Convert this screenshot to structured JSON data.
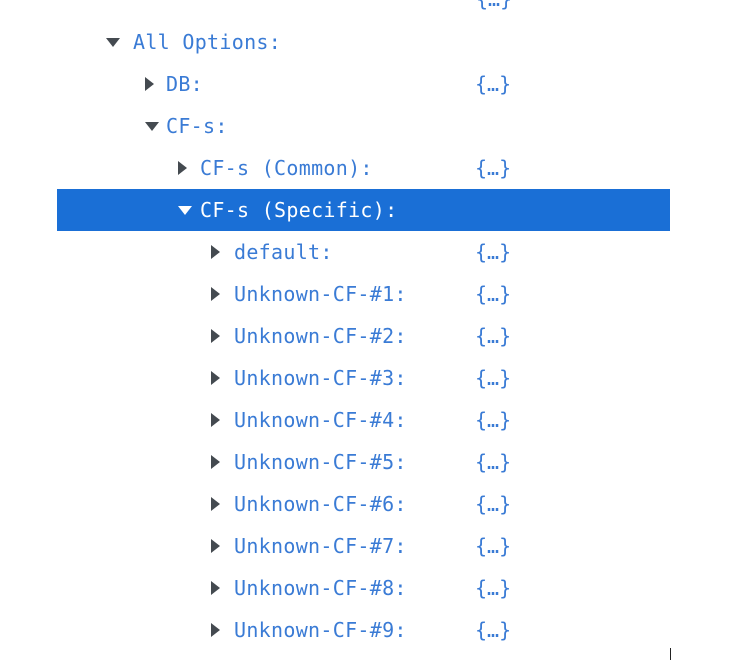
{
  "top_fragment": "{…}",
  "rows": [
    {
      "label": "All Options:",
      "value": "",
      "expanded": true,
      "selected": false,
      "level": 0,
      "icon": "caret-down-icon"
    },
    {
      "label": "DB:",
      "value": "{…}",
      "expanded": false,
      "selected": false,
      "level": 1,
      "icon": "caret-right-icon"
    },
    {
      "label": "CF-s:",
      "value": "",
      "expanded": true,
      "selected": false,
      "level": 1,
      "icon": "caret-down-icon"
    },
    {
      "label": "CF-s (Common):",
      "value": "{…}",
      "expanded": false,
      "selected": false,
      "level": 2,
      "icon": "caret-right-icon"
    },
    {
      "label": "CF-s (Specific):",
      "value": "",
      "expanded": true,
      "selected": true,
      "level": 2,
      "icon": "caret-down-icon"
    },
    {
      "label": "default:",
      "value": "{…}",
      "expanded": false,
      "selected": false,
      "level": 3,
      "icon": "caret-right-icon"
    },
    {
      "label": "Unknown-CF-#1:",
      "value": "{…}",
      "expanded": false,
      "selected": false,
      "level": 3,
      "icon": "caret-right-icon"
    },
    {
      "label": "Unknown-CF-#2:",
      "value": "{…}",
      "expanded": false,
      "selected": false,
      "level": 3,
      "icon": "caret-right-icon"
    },
    {
      "label": "Unknown-CF-#3:",
      "value": "{…}",
      "expanded": false,
      "selected": false,
      "level": 3,
      "icon": "caret-right-icon"
    },
    {
      "label": "Unknown-CF-#4:",
      "value": "{…}",
      "expanded": false,
      "selected": false,
      "level": 3,
      "icon": "caret-right-icon"
    },
    {
      "label": "Unknown-CF-#5:",
      "value": "{…}",
      "expanded": false,
      "selected": false,
      "level": 3,
      "icon": "caret-right-icon"
    },
    {
      "label": "Unknown-CF-#6:",
      "value": "{…}",
      "expanded": false,
      "selected": false,
      "level": 3,
      "icon": "caret-right-icon"
    },
    {
      "label": "Unknown-CF-#7:",
      "value": "{…}",
      "expanded": false,
      "selected": false,
      "level": 3,
      "icon": "caret-right-icon"
    },
    {
      "label": "Unknown-CF-#8:",
      "value": "{…}",
      "expanded": false,
      "selected": false,
      "level": 3,
      "icon": "caret-right-icon"
    },
    {
      "label": "Unknown-CF-#9:",
      "value": "{…}",
      "expanded": false,
      "selected": false,
      "level": 3,
      "icon": "caret-right-icon"
    }
  ],
  "colors": {
    "link": "#3a7bd5",
    "selection": "#1a6fd6",
    "caret": "#444a50"
  }
}
